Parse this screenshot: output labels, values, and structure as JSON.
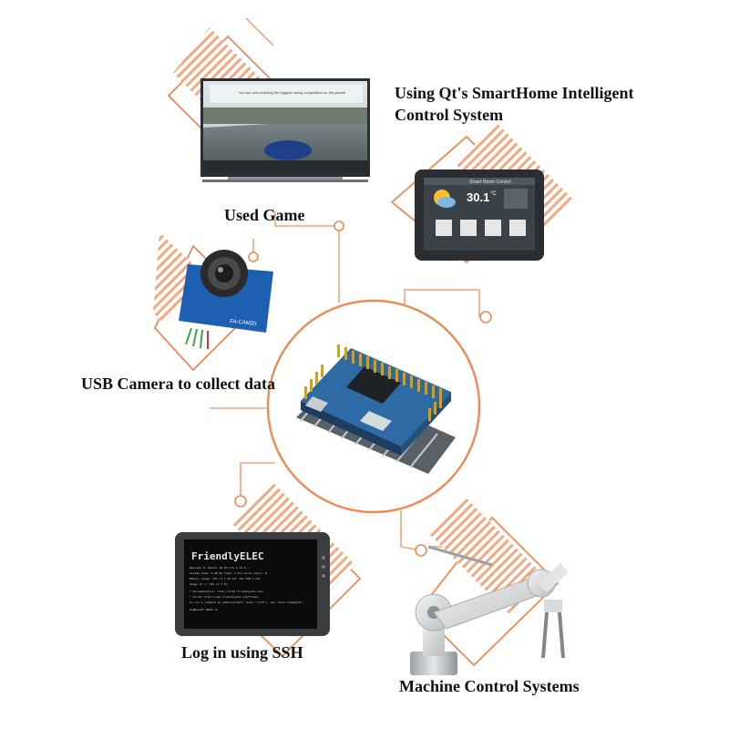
{
  "labels": {
    "game": "Used Game",
    "qt_line1": "Using Qt's SmartHome Intelligent",
    "qt_line2": "Control System",
    "usb_camera": "USB Camera to collect data",
    "ssh": "Log in using SSH",
    "machine": "Machine Control Systems"
  },
  "tv_screen": {
    "caption": "You are now entering the biggest racing competition on the planet!"
  },
  "tablet": {
    "title": "Smart Home Control",
    "temperature": "30.1",
    "temp_unit": "°C"
  },
  "camera": {
    "board_text": "FA-CAM20"
  },
  "terminal": {
    "banner": "FriendlyELEC",
    "lines": [
      "Welcome to Ubuntu 16.04 LTS 4.14.0 ...",
      "System load: 0.00   Up time: 1 min   Local users: 0",
      "Memory usage: 14% of 1.4G   IP: 192.168.1.231",
      "Usage of /: 15% of 7.5G",
      "* Documentation: http://wiki.friendlyarm.com/",
      "* Forum: http://www.friendlyarm.com/Forum/",
      "To run a command as administrator (user \"root\"), use \"sudo <command>\".",
      "pi@NanoPi-NEO2:~$"
    ]
  },
  "colors": {
    "accent": "#ef8a54",
    "accent_light": "#f6b38f"
  }
}
